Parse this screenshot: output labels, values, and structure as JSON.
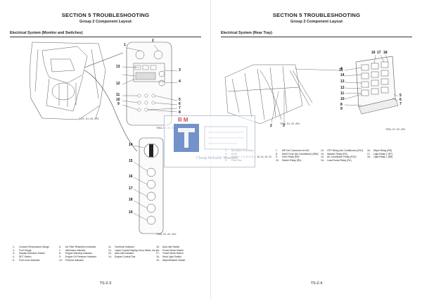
{
  "left": {
    "section_title": "SECTION 5 TROUBLESHOOTING",
    "group_title": "Group 2 Component Layout",
    "subtitle": "Electrical System (Monitor and Switches)",
    "fig_labels": [
      "T1CC-01-02-005",
      "TDEA-01-02-003",
      "TDEA-01-02-002"
    ],
    "callouts": [
      "1",
      "2",
      "3",
      "4",
      "5",
      "6",
      "7",
      "8",
      "9",
      "10",
      "11",
      "12",
      "13",
      "14",
      "15",
      "16",
      "17",
      "18",
      "19"
    ],
    "legend": [
      [
        [
          "1-",
          "Coolant Temperature Gauge"
        ],
        [
          "2-",
          "Fuel Gauge"
        ],
        [
          "3-",
          "Display Selection Switch"
        ],
        [
          "4-",
          "SET Switch"
        ],
        [
          "5-",
          "Fuel Level Indicator"
        ]
      ],
      [
        [
          "6-",
          "Air Filter Restriction Indicator"
        ],
        [
          "7-",
          "Alternator Indicator"
        ],
        [
          "8-",
          "Engine Warning Indicator"
        ],
        [
          "9-",
          "Engine Oil Pressure Indicator"
        ],
        [
          "10-",
          "Preheat Indicator"
        ]
      ],
      [
        [
          "11-",
          "Overheat Indicator"
        ],
        [
          "12-",
          "Liquid Crystal Display (Hour Meter, etc.)"
        ],
        [
          "13-",
          "Auto-idle Indicator"
        ],
        [
          "14-",
          "Engine Control Dial"
        ],
        [
          "",
          ""
        ]
      ],
      [
        [
          "15-",
          "Auto-idle Switch"
        ],
        [
          "16-",
          "Power Mode Switch"
        ],
        [
          "17-",
          "Travel Mode Switch"
        ],
        [
          "18-",
          "Work Light Switch"
        ],
        [
          "19-",
          "Wiper/Washer Switch"
        ]
      ]
    ],
    "page_number": "TS-2-3"
  },
  "right": {
    "section_title": "SECTION 5 TROUBLESHOOTING",
    "group_title": "Group 2 Component Layout",
    "subtitle": "Electrical System (Rear Tray)",
    "fig_labels": [
      "TDEG-01-02-001",
      "TDEA-01-02-001"
    ],
    "callouts": [
      "2",
      "3",
      "4",
      "5",
      "6",
      "7",
      "8",
      "9",
      "10",
      "11",
      "12",
      "13",
      "14",
      "15",
      "16",
      "17",
      "18"
    ],
    "legend": [
      [
        [
          "2-",
          "MC (Main Controller)"
        ],
        [
          "3-",
          "ECM"
        ],
        [
          "4-",
          "Diode 1, 2, 3, 5, 6, 8, 9, 10, 11, 12, 13"
        ],
        [
          "5-",
          "Fuse Box"
        ],
        [
          "",
          ""
        ]
      ],
      [
        [
          "7-",
          "MP Ctrl Connector for MC"
        ],
        [
          "8-",
          "MAXI Fuse (Air Conditioner) (B50)"
        ],
        [
          "9-",
          "Horn Relay (R5)"
        ],
        [
          "10-",
          "Starter Relay (R4)"
        ],
        [
          "",
          ""
        ]
      ],
      [
        [
          "12-",
          "OFF Relay (Air Conditioner) (R11)"
        ],
        [
          "13-",
          "Washer Relay (R3)"
        ],
        [
          "14-",
          "Air Conditioner Relay (R12)"
        ],
        [
          "15-",
          "Load Dump Relay (R1)"
        ],
        [
          "",
          ""
        ]
      ],
      [
        [
          "16-",
          "Wiper Relay (R6)"
        ],
        [
          "17-",
          "Light Relay 2 (R7)"
        ],
        [
          "18-",
          "Light Relay 1 (R8)"
        ],
        [
          "",
          ""
        ],
        [
          "",
          ""
        ]
      ]
    ],
    "page_number": "TS-2-4"
  },
  "watermark": {
    "monogram": "RM",
    "caption": "Cheap Reliable Manuals",
    "colors": {
      "blue": "#5b7fbf",
      "red": "#c85050"
    }
  }
}
